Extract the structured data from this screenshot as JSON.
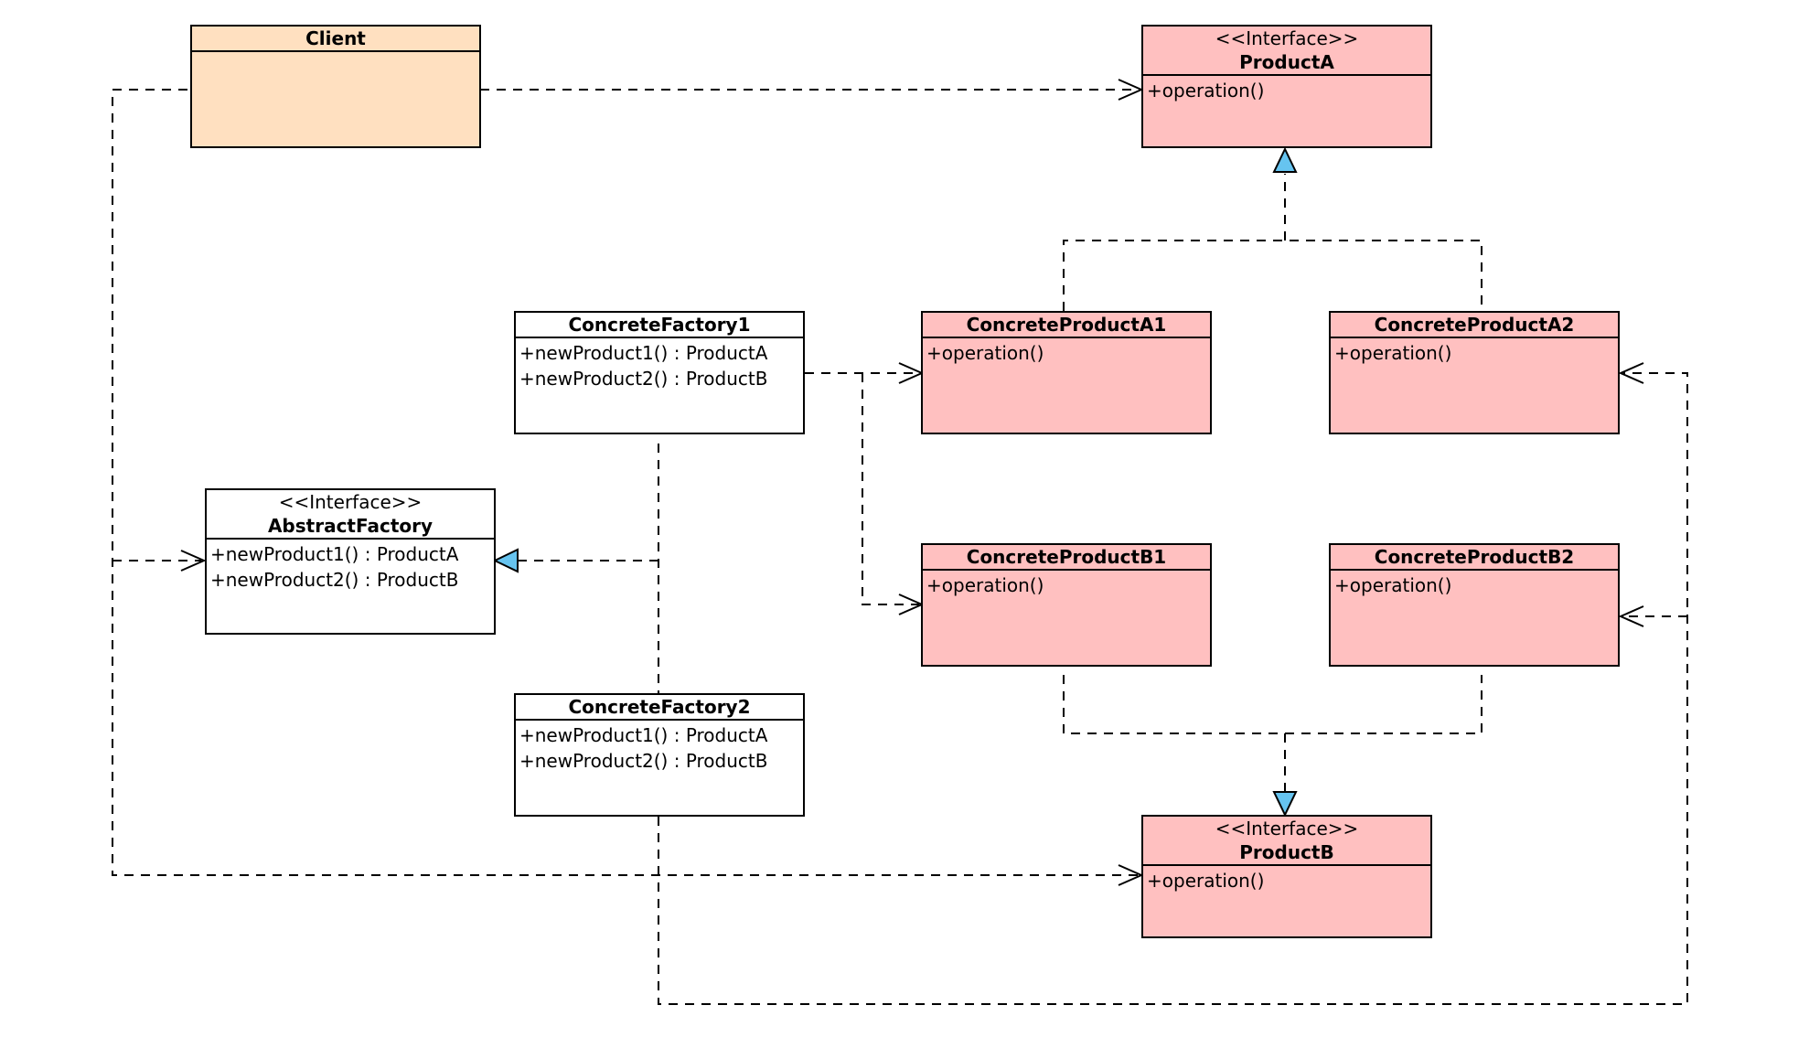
{
  "classes": {
    "client": {
      "name": "Client",
      "ops": []
    },
    "product_a": {
      "stereotype": "<<Interface>>",
      "name": "ProductA",
      "ops": [
        "+operation()"
      ]
    },
    "concrete_factory1": {
      "name": "ConcreteFactory1",
      "ops": [
        "+newProduct1() : ProductA",
        "+newProduct2() : ProductB"
      ]
    },
    "concrete_product_a1": {
      "name": "ConcreteProductA1",
      "ops": [
        "+operation()"
      ]
    },
    "concrete_product_a2": {
      "name": "ConcreteProductA2",
      "ops": [
        "+operation()"
      ]
    },
    "abstract_factory": {
      "stereotype": "<<Interface>>",
      "name": "AbstractFactory",
      "ops": [
        "+newProduct1() : ProductA",
        "+newProduct2() : ProductB"
      ]
    },
    "concrete_product_b1": {
      "name": "ConcreteProductB1",
      "ops": [
        "+operation()"
      ]
    },
    "concrete_product_b2": {
      "name": "ConcreteProductB2",
      "ops": [
        "+operation()"
      ]
    },
    "concrete_factory2": {
      "name": "ConcreteFactory2",
      "ops": [
        "+newProduct1() : ProductA",
        "+newProduct2() : ProductB"
      ]
    },
    "product_b": {
      "stereotype": "<<Interface>>",
      "name": "ProductB",
      "ops": [
        "+operation()"
      ]
    }
  },
  "colors": {
    "interface_fill": "#ffc0c0",
    "client_fill": "#ffe0c0",
    "factory_fill": "#ffffff",
    "realization_arrow_fill": "#66c4f0"
  }
}
